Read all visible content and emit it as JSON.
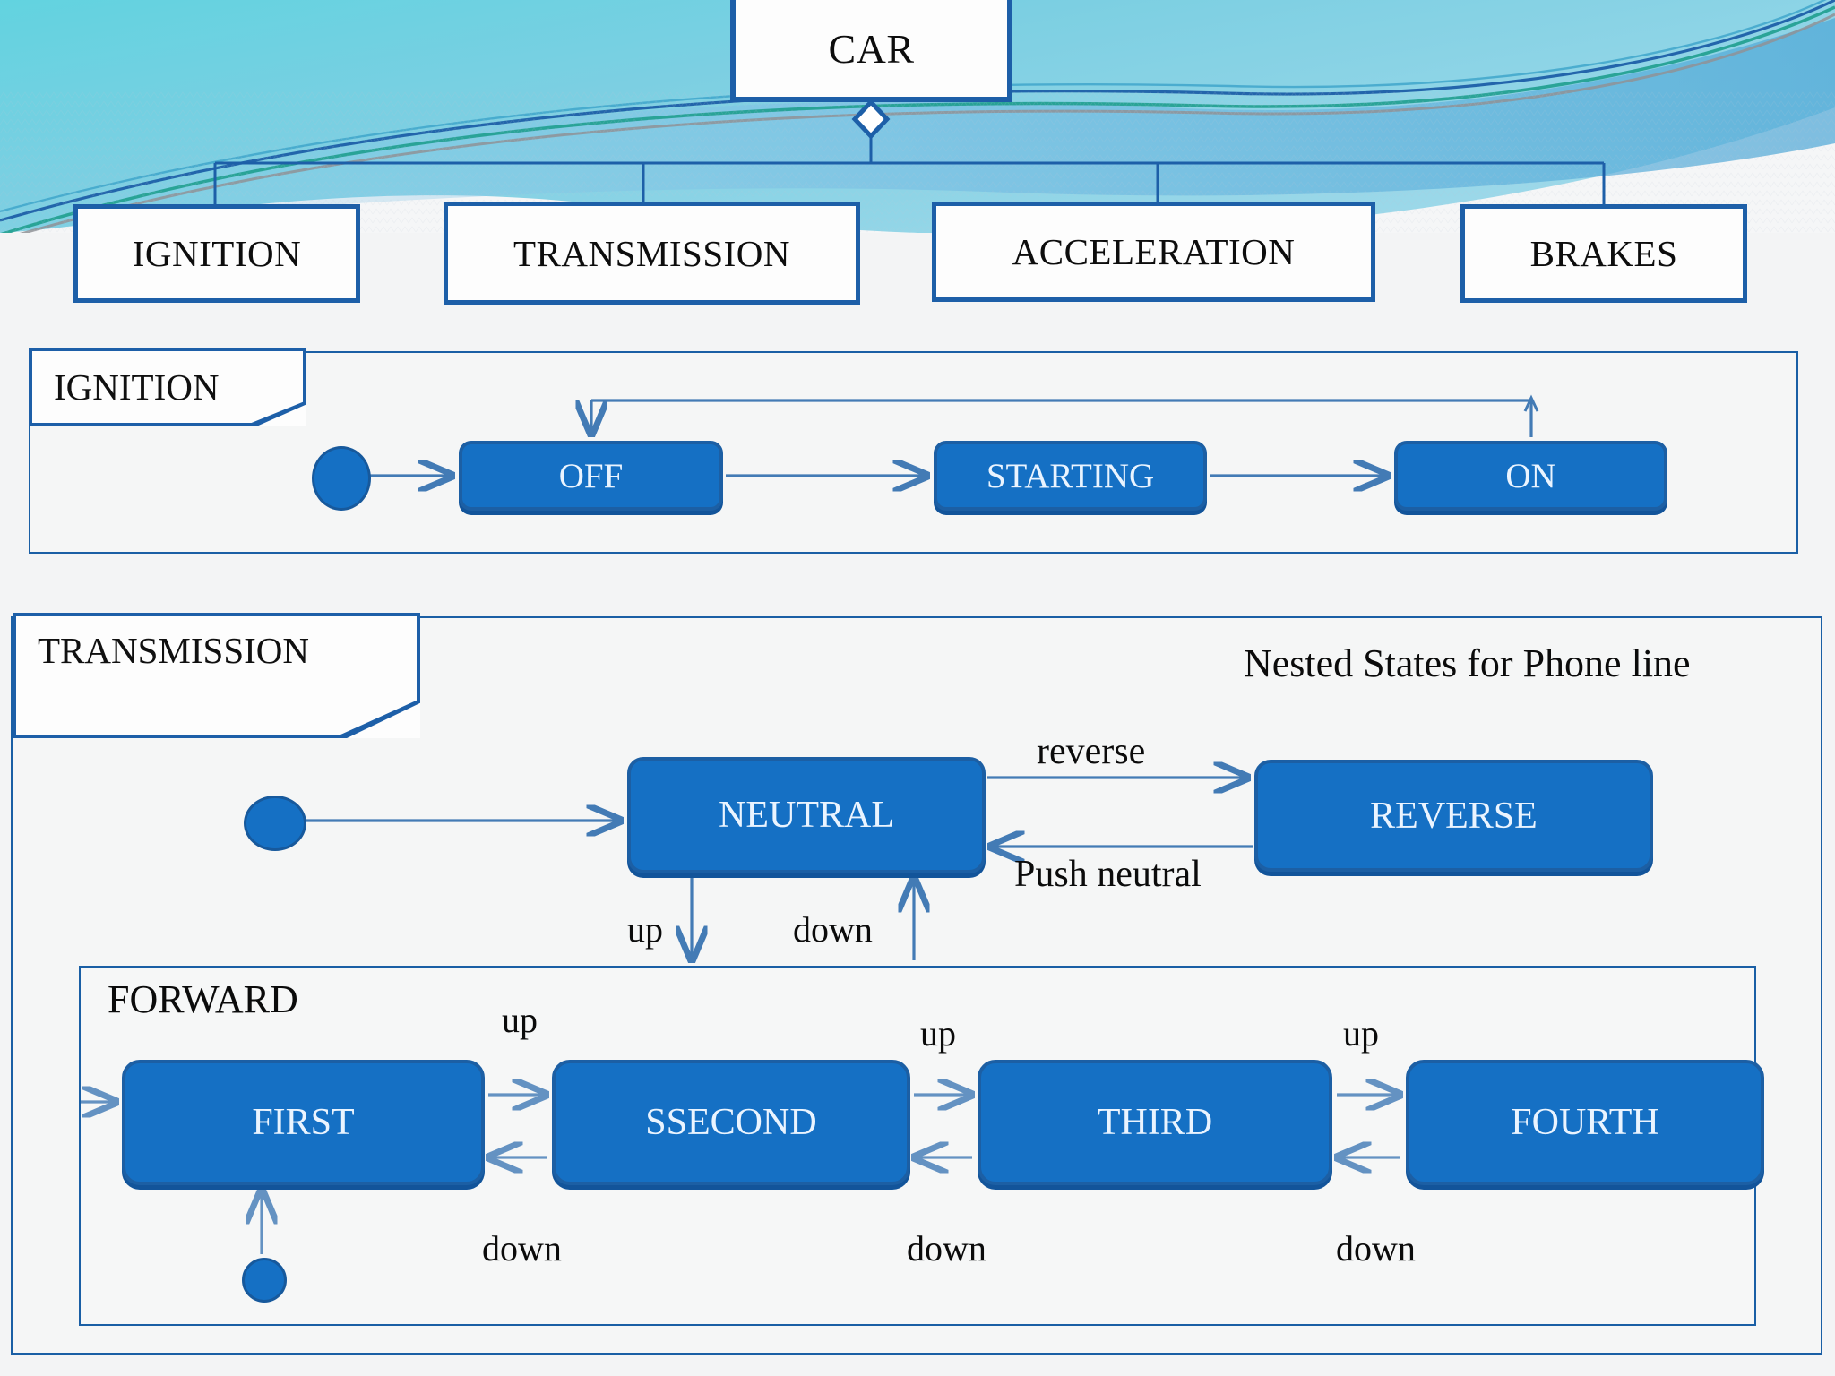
{
  "slide": {
    "note": "Nested States for Phone line",
    "accent_blue": "#1570c4",
    "outline_blue": "#1d5fa8",
    "header_cyan": "#63cddc",
    "header_blue": "#6fb8dd",
    "background": "#f3f4f5"
  },
  "class_diagram": {
    "root": {
      "label": "CAR"
    },
    "aggregation_symbol": "diamond",
    "parts": [
      {
        "label": "IGNITION"
      },
      {
        "label": "TRANSMISSION"
      },
      {
        "label": "ACCELERATION"
      },
      {
        "label": "BRAKES"
      }
    ]
  },
  "ignition_machine": {
    "title": "IGNITION",
    "initial": "initial-state",
    "states": [
      {
        "label": "OFF"
      },
      {
        "label": "STARTING"
      },
      {
        "label": "ON"
      }
    ],
    "transitions": [
      {
        "from": "initial",
        "to": "OFF",
        "label": ""
      },
      {
        "from": "OFF",
        "to": "STARTING",
        "label": ""
      },
      {
        "from": "STARTING",
        "to": "ON",
        "label": ""
      },
      {
        "from": "ON",
        "to": "OFF",
        "label": ""
      }
    ]
  },
  "transmission_machine": {
    "title": "TRANSMISSION",
    "initial": "initial-state",
    "states": [
      {
        "label": "NEUTRAL"
      },
      {
        "label": "REVERSE"
      }
    ],
    "nested": {
      "title": "FORWARD",
      "initial": "initial-state",
      "states": [
        {
          "label": "FIRST"
        },
        {
          "label": "SSECOND"
        },
        {
          "label": "THIRD"
        },
        {
          "label": "FOURTH"
        }
      ]
    },
    "labels": {
      "reverse": "reverse",
      "push_neutral": "Push neutral",
      "neutral_to_forward": "up",
      "forward_to_neutral": "down",
      "up_1": "up",
      "up_2": "up",
      "up_3": "up",
      "down_1": "down",
      "down_2": "down",
      "down_3": "down"
    }
  }
}
